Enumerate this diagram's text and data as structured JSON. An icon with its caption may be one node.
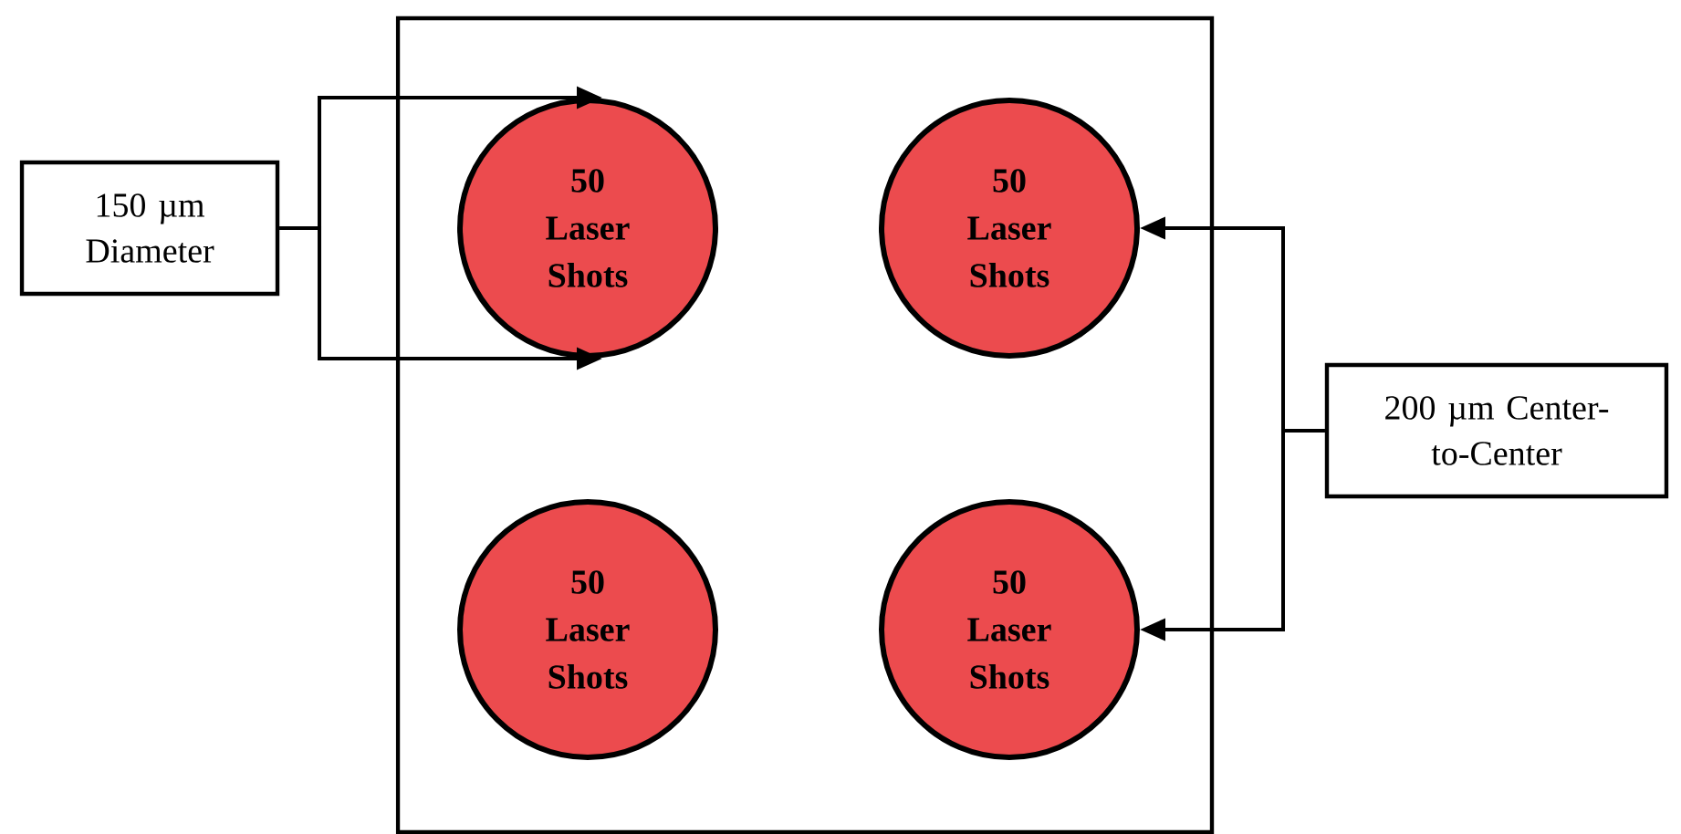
{
  "diagram": {
    "nodes": [
      {
        "text": [
          "150 µm Diameter"
        ]
      },
      {
        "text": [],
        "shape": "box"
      },
      {
        "text": [
          "50 Laser Shots"
        ],
        "in": 1
      },
      {
        "text": [
          "50 Laser Shots"
        ],
        "in": 1
      },
      {
        "text": [
          "50 Laser Shots"
        ],
        "in": 1
      },
      {
        "text": [
          "50 Laser Shots"
        ],
        "in": 1
      },
      {
        "text": [
          "200 µm Center-to-Center"
        ]
      }
    ],
    "edges": [
      {
        "from": 0,
        "to": 2,
        "arrow": "to"
      },
      {
        "from": 0,
        "to": 2,
        "arrow": "to"
      },
      {
        "from": 6,
        "to": 3,
        "arrow": "to"
      },
      {
        "from": 6,
        "to": 5,
        "arrow": "to"
      }
    ]
  }
}
